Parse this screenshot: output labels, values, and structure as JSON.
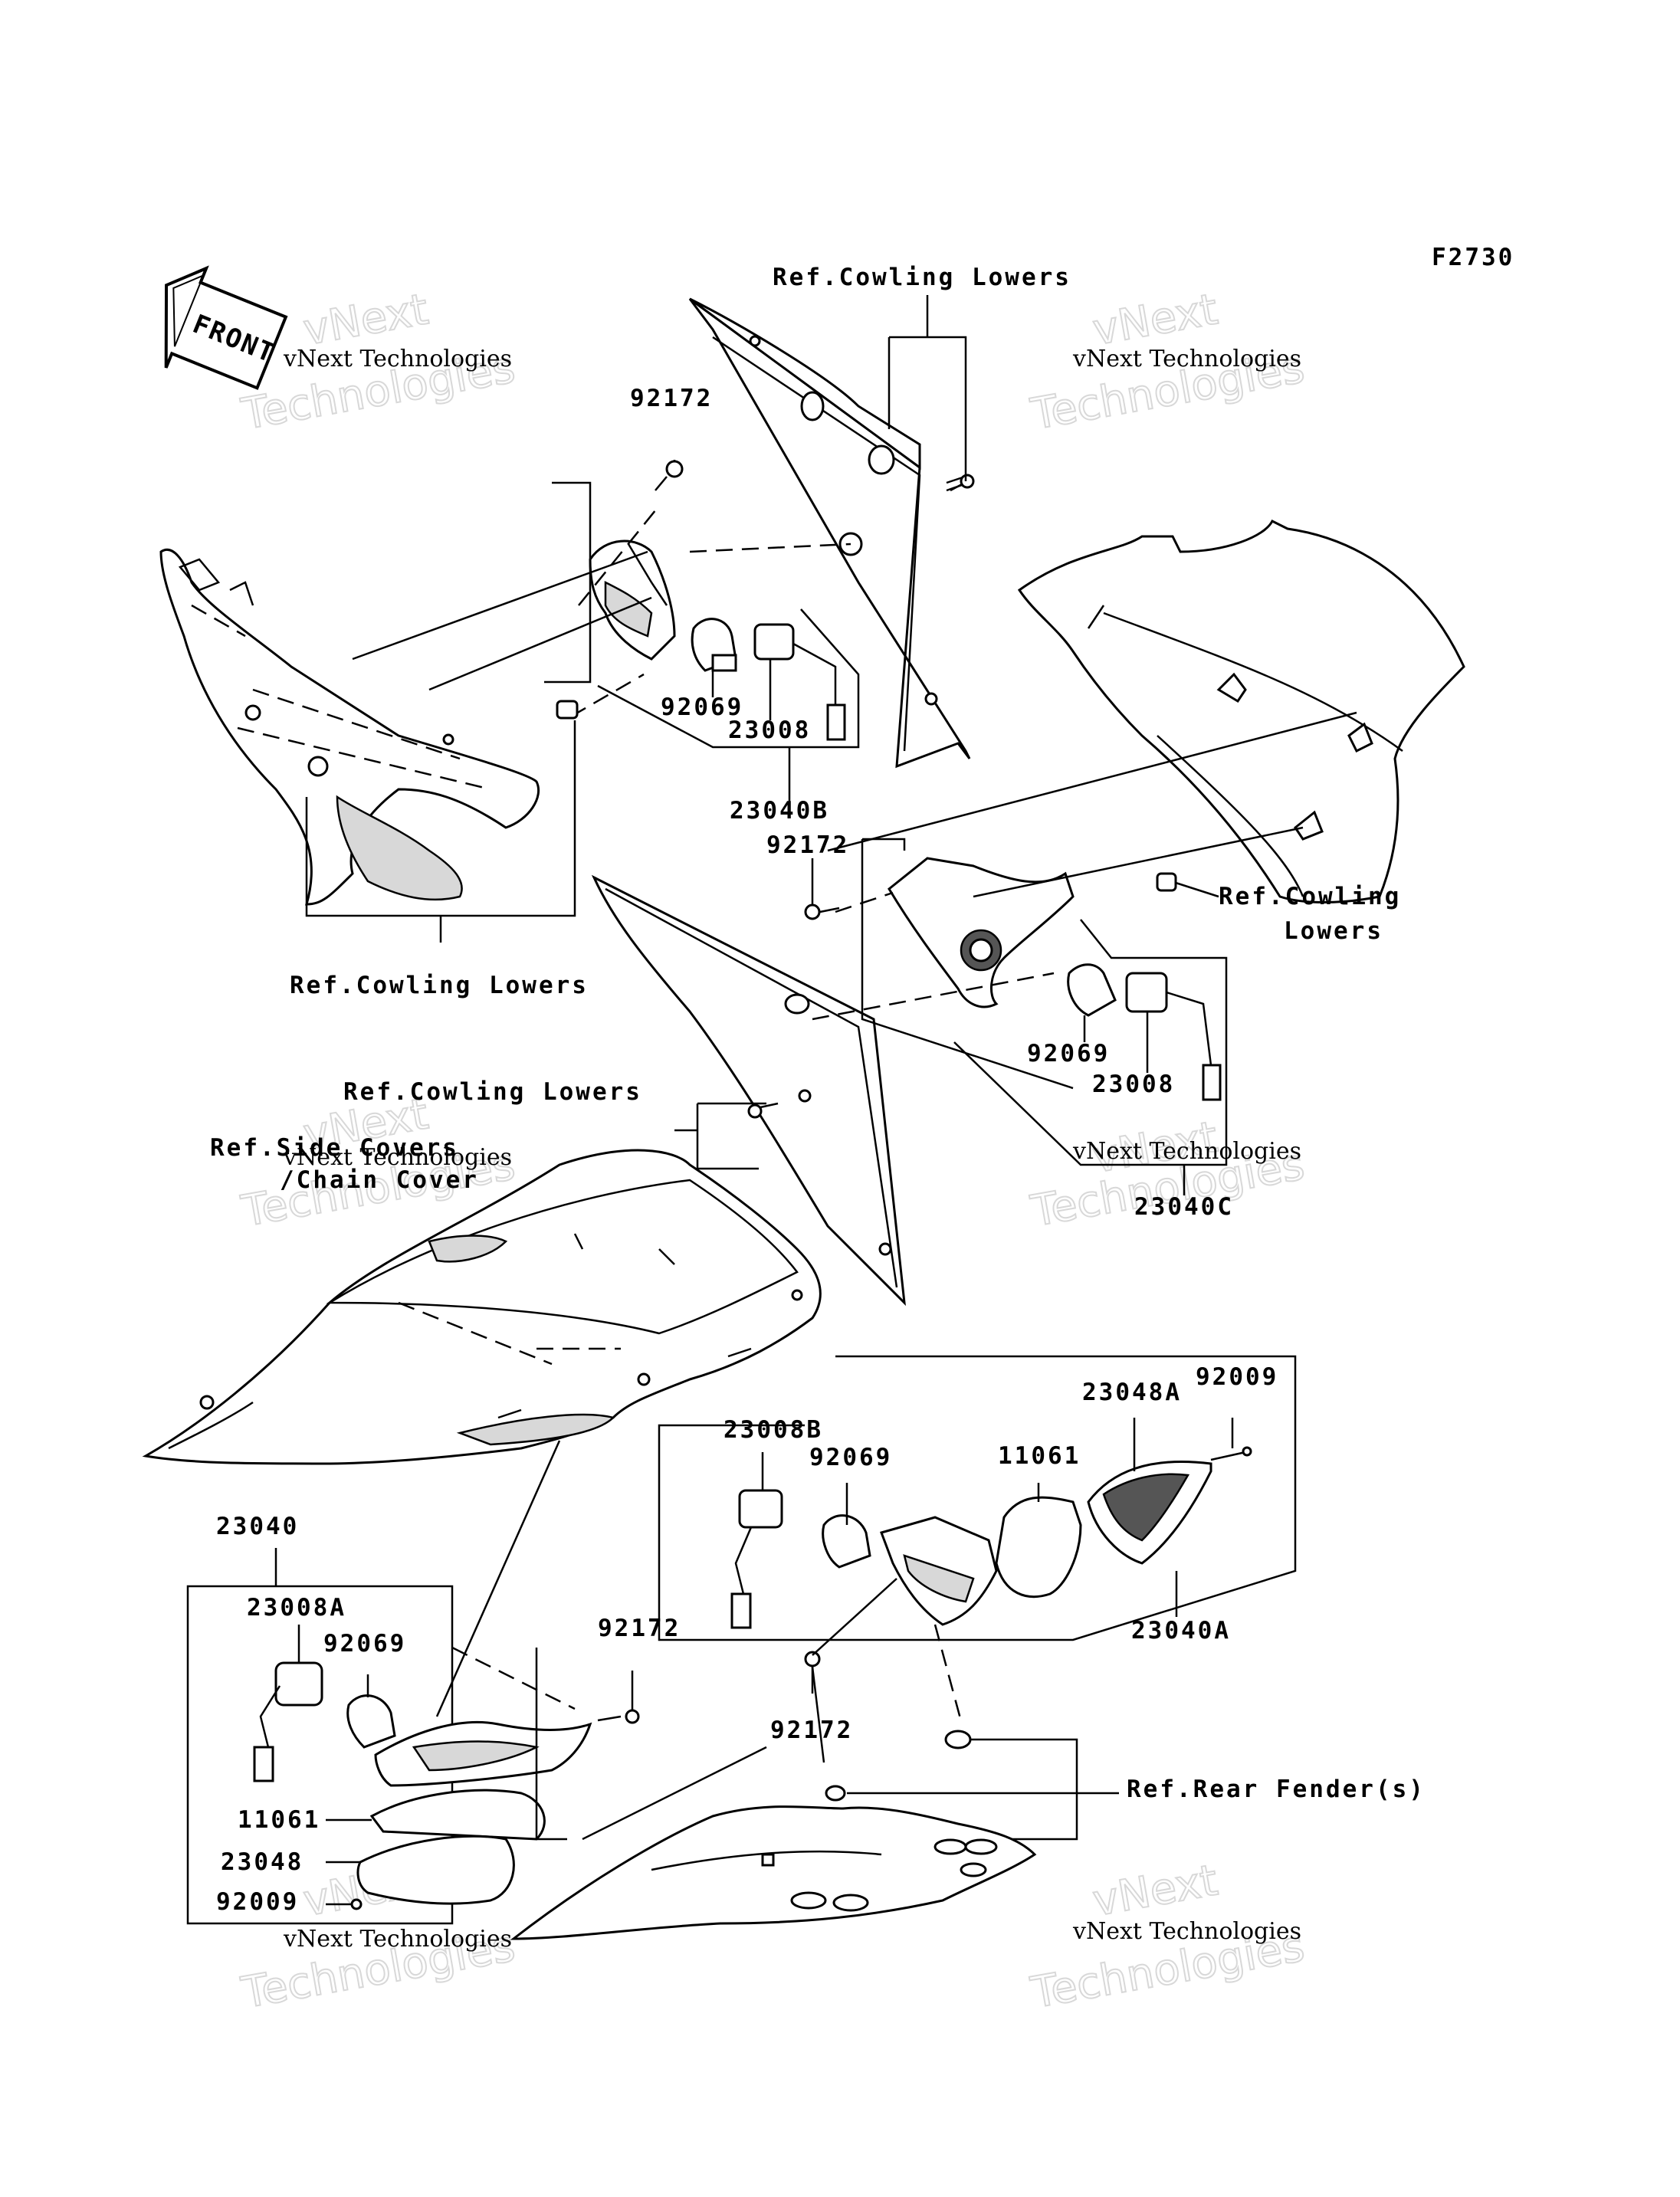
{
  "figure_code": "F2730",
  "front_arrow_label": "FRONT",
  "watermark": {
    "line1": "vNext",
    "line2": "Technologies",
    "caption": "vNext Technologies"
  },
  "callouts": {
    "ref_cowling_lowers_top": "Ref.Cowling Lowers",
    "ref_cowling_lowers_left": "Ref.Cowling Lowers",
    "ref_cowling_lowers_mid": "Ref.Cowling Lowers",
    "ref_cowling_lowers_right_1": "Ref.Cowling",
    "ref_cowling_lowers_right_2": "Lowers",
    "ref_side_covers_1": "Ref.Side Covers",
    "ref_side_covers_2": "/Chain Cover",
    "ref_rear_fender": "Ref.Rear Fender(s)"
  },
  "part_numbers": {
    "p92172_a": "92172",
    "p92069_a": "92069",
    "p23008_a": "23008",
    "p23040B": "23040B",
    "p92172_b": "92172",
    "p92069_b": "92069",
    "p23008_b": "23008",
    "p23040C": "23040C",
    "p23008B": "23008B",
    "p92069_c": "92069",
    "p11061_a": "11061",
    "p23048A": "23048A",
    "p92009_a": "92009",
    "p23040A": "23040A",
    "p92172_c": "92172",
    "p23040": "23040",
    "p23008A": "23008A",
    "p92069_d": "92069",
    "p92172_d": "92172",
    "p11061_b": "11061",
    "p23048": "23048",
    "p92009_b": "92009"
  }
}
